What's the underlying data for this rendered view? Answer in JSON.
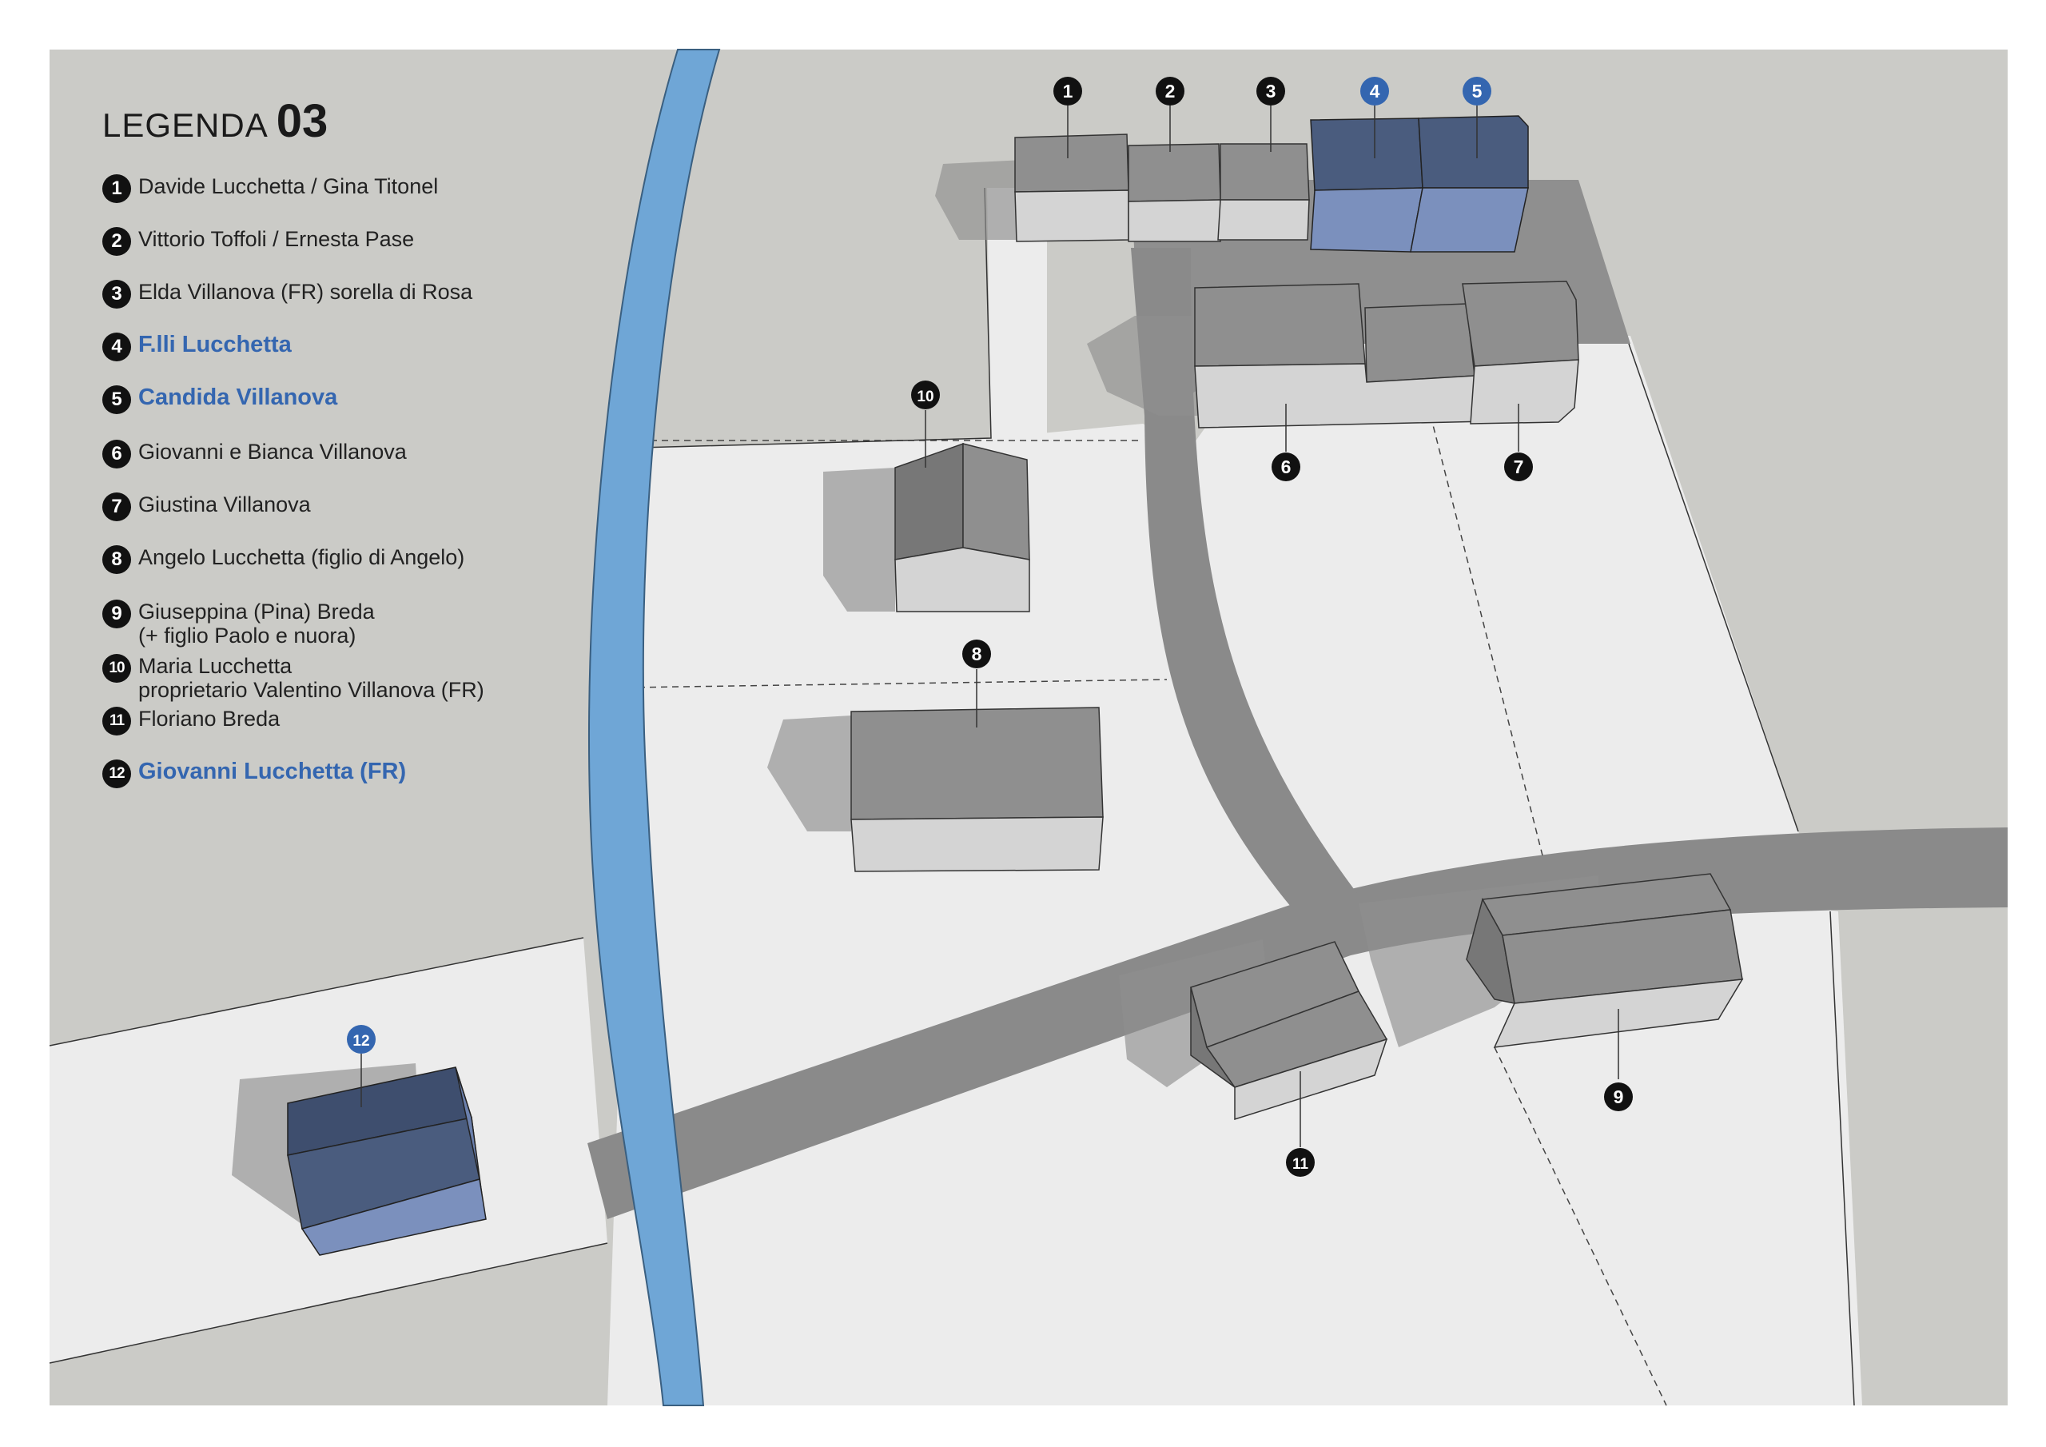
{
  "legend": {
    "title_word": "LEGENDA",
    "title_number": "03",
    "items": [
      {
        "num": "1",
        "line1": "Davide Lucchetta / Gina Titonel",
        "line2": "",
        "highlight": false
      },
      {
        "num": "2",
        "line1": "Vittorio Toffoli / Ernesta Pase",
        "line2": "",
        "highlight": false
      },
      {
        "num": "3",
        "line1": "Elda Villanova (FR) sorella di Rosa",
        "line2": "",
        "highlight": false
      },
      {
        "num": "4",
        "line1": "F.lli Lucchetta",
        "line2": "",
        "highlight": true
      },
      {
        "num": "5",
        "line1": "Candida Villanova",
        "line2": "",
        "highlight": true
      },
      {
        "num": "6",
        "line1": "Giovanni e Bianca Villanova",
        "line2": "",
        "highlight": false
      },
      {
        "num": "7",
        "line1": "Giustina Villanova",
        "line2": "",
        "highlight": false
      },
      {
        "num": "8",
        "line1": "Angelo Lucchetta (figlio di Angelo)",
        "line2": "",
        "highlight": false
      },
      {
        "num": "9",
        "line1": "Giuseppina (Pina) Breda",
        "line2": "(+ figlio Paolo e nuora)",
        "highlight": false
      },
      {
        "num": "10",
        "line1": "Maria Lucchetta",
        "line2": "proprietario Valentino Villanova (FR)",
        "highlight": false
      },
      {
        "num": "11",
        "line1": "Floriano Breda",
        "line2": "",
        "highlight": false
      },
      {
        "num": "12",
        "line1": "Giovanni Lucchetta (FR)",
        "line2": "",
        "highlight": true
      }
    ]
  },
  "markers": [
    {
      "num": "1",
      "highlight": false
    },
    {
      "num": "2",
      "highlight": false
    },
    {
      "num": "3",
      "highlight": false
    },
    {
      "num": "4",
      "highlight": true
    },
    {
      "num": "5",
      "highlight": true
    },
    {
      "num": "6",
      "highlight": false
    },
    {
      "num": "7",
      "highlight": false
    },
    {
      "num": "8",
      "highlight": false
    },
    {
      "num": "9",
      "highlight": false
    },
    {
      "num": "10",
      "highlight": false
    },
    {
      "num": "11",
      "highlight": false
    },
    {
      "num": "12",
      "highlight": true
    }
  ],
  "colors": {
    "background_field": "#cbcbc7",
    "parcel": "#ececec",
    "road": "#8a8a8a",
    "river": "#6fa6d6",
    "shadow": "#a8a8a8",
    "roof_gray": "#8f8f8f",
    "wall_gray": "#d4d4d4",
    "roof_blue": "#4a5c7e",
    "wall_blue": "#7b90bd",
    "marker_dark": "#111111",
    "marker_blue": "#3466b0",
    "text_blue": "#3466b0"
  }
}
